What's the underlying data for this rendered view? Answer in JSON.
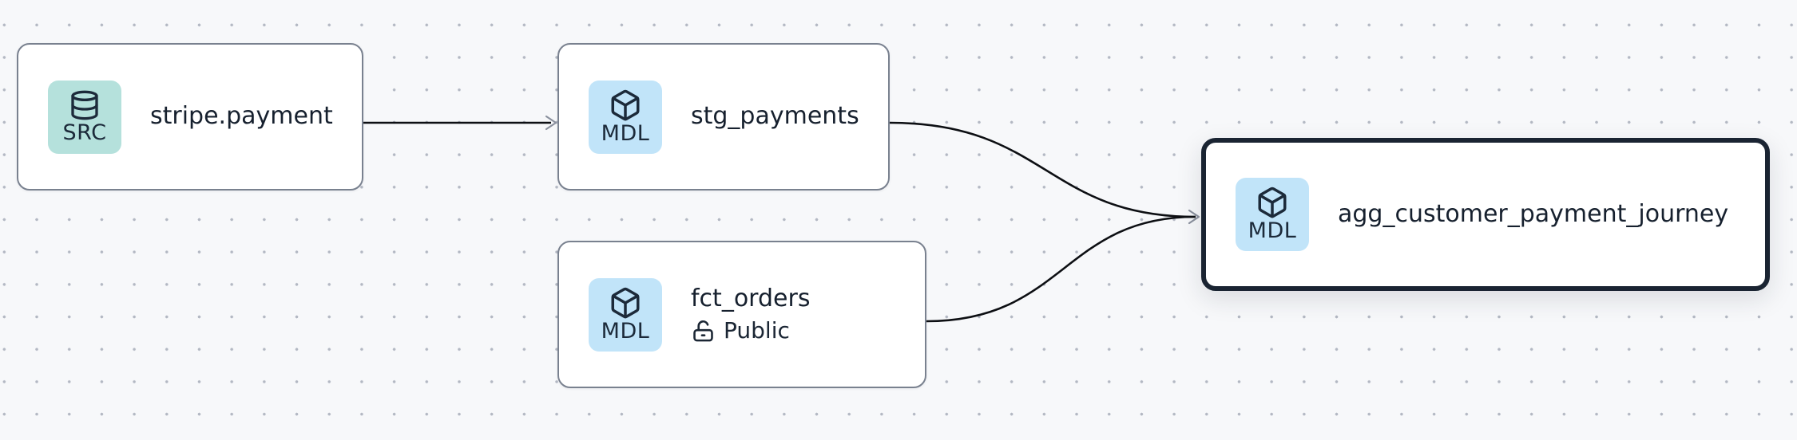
{
  "canvas": {
    "type": "data-lineage-graph",
    "background_color": "#f7f8fa",
    "dot_grid_color": "#b3b8c3"
  },
  "colors": {
    "source_badge_bg": "#b5e1dc",
    "model_badge_bg": "#c1e4f9",
    "badge_foreground": "#1c2a3a",
    "node_border": "#79818f",
    "selected_node_border": "#1a2432",
    "edge_stroke": "#0d0f13",
    "arrowhead_stroke": "#8b919e",
    "title_text": "#16202e"
  },
  "nodes": [
    {
      "title": "stripe.payment",
      "badge": {
        "label": "SRC",
        "icon": "database-icon"
      },
      "selected": false
    },
    {
      "title": "stg_payments",
      "badge": {
        "label": "MDL",
        "icon": "cube-icon"
      },
      "selected": false
    },
    {
      "title": "fct_orders",
      "badge": {
        "label": "MDL",
        "icon": "cube-icon"
      },
      "visibility": {
        "icon": "unlock-icon",
        "label": "Public"
      },
      "selected": false
    },
    {
      "title": "agg_customer_payment_journey",
      "badge": {
        "label": "MDL",
        "icon": "cube-icon"
      },
      "selected": true
    }
  ],
  "edges": [
    {
      "from": "stripe.payment",
      "to": "stg_payments"
    },
    {
      "from": "stg_payments",
      "to": "agg_customer_payment_journey"
    },
    {
      "from": "fct_orders",
      "to": "agg_customer_payment_journey"
    }
  ]
}
